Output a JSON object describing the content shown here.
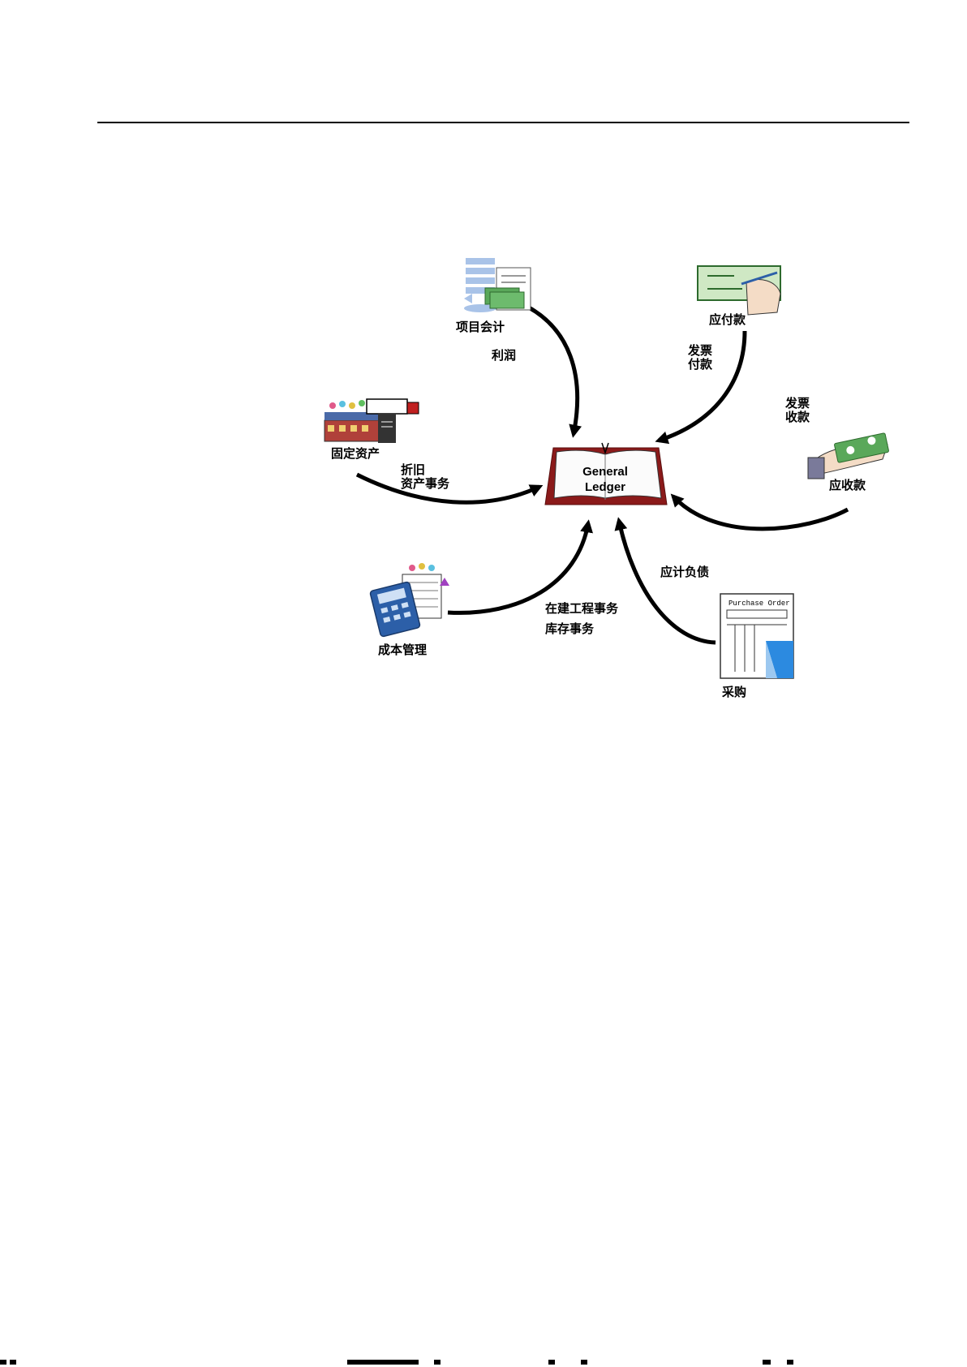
{
  "ledger": {
    "line1": "General",
    "line2": "Ledger"
  },
  "modules": {
    "project_accounting": "项目会计",
    "payables": "应付款",
    "fixed_assets": "固定资产",
    "receivables": "应收款",
    "cost_management": "成本管理",
    "purchasing": "采购"
  },
  "flows": {
    "profit": "利润",
    "invoice_payment": [
      "发票",
      "付款"
    ],
    "invoice_receipt": [
      "发票",
      "收款"
    ],
    "depreciation_asset": [
      "折旧",
      "资产事务"
    ],
    "wip_inventory": [
      "在建工程事务",
      "库存事务"
    ],
    "accrued_liabilities": "应计负债"
  },
  "icons": {
    "project": "flowchart-document-icon",
    "payables": "check-signing-icon",
    "fixed_assets": "factory-truck-icon",
    "receivables": "hand-money-icon",
    "cost": "calculator-ledger-icon",
    "purchasing": "purchase-order-icon",
    "ledger": "open-book-icon"
  },
  "purchase_order_title": "Purchase Order",
  "colors": {
    "book_border": "#8b1a1a",
    "money_green": "#5aa85a",
    "calc_blue": "#2c5fa8",
    "check_green": "#cfe8c4"
  }
}
